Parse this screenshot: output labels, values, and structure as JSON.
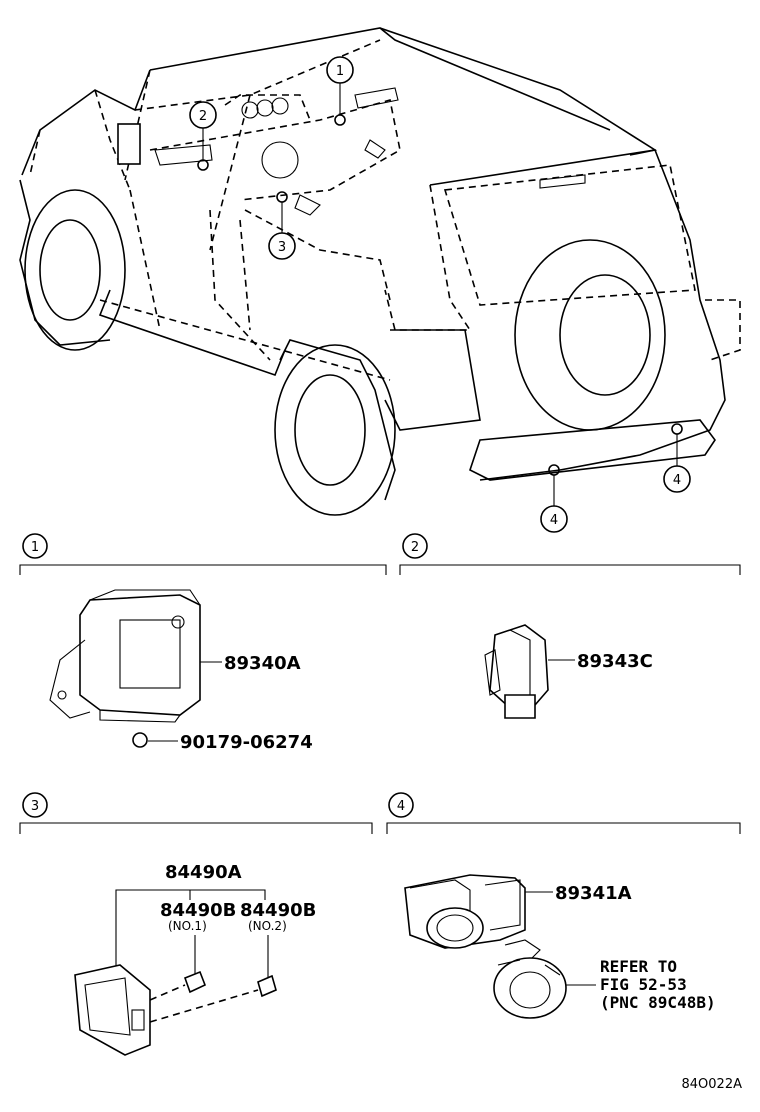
{
  "callouts": {
    "c1": "1",
    "c2": "2",
    "c3": "3",
    "c4a": "4",
    "c4b": "4"
  },
  "sections": [
    {
      "number": "1"
    },
    {
      "number": "2"
    },
    {
      "number": "3"
    },
    {
      "number": "4"
    }
  ],
  "parts": {
    "p89340A": "89340A",
    "p90179": "90179-06274",
    "p89343C": "89343C",
    "p84490A": "84490A",
    "p84490B_1": "84490B",
    "p84490B_2": "84490B",
    "no1": "(NO.1)",
    "no2": "(NO.2)",
    "p89341A": "89341A"
  },
  "refer": {
    "line1": "REFER TO",
    "line2": "FIG 52-53",
    "line3": "(PNC 89C48B)"
  },
  "figure_code": "84O022A"
}
